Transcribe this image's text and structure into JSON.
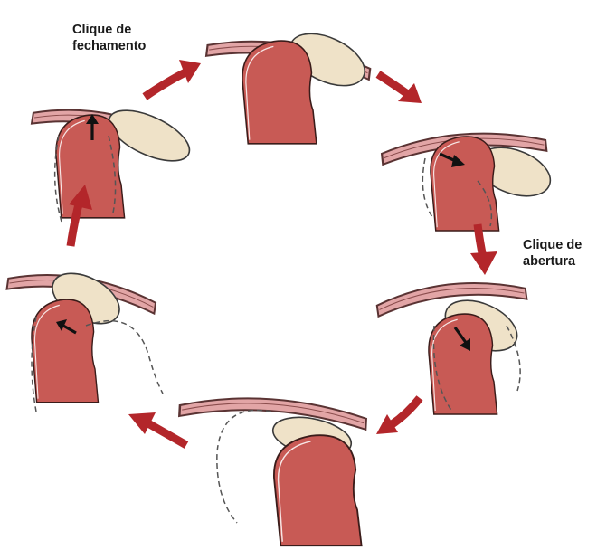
{
  "labels": {
    "closing_click_line1": "Clique de",
    "closing_click_line2": "fechamento",
    "opening_click_line1": "Clique de",
    "opening_click_line2": "abertura"
  },
  "colors": {
    "condyle_fill": "#c85a55",
    "condyle_outline": "#3a1c1a",
    "disc_fill": "#efe2c8",
    "fossa_fill": "#e2a5a6",
    "fossa_outline": "#5a3333",
    "cycle_arrow": "#b3262a",
    "motion_arrow": "#111111",
    "dashed_line": "#555555"
  }
}
